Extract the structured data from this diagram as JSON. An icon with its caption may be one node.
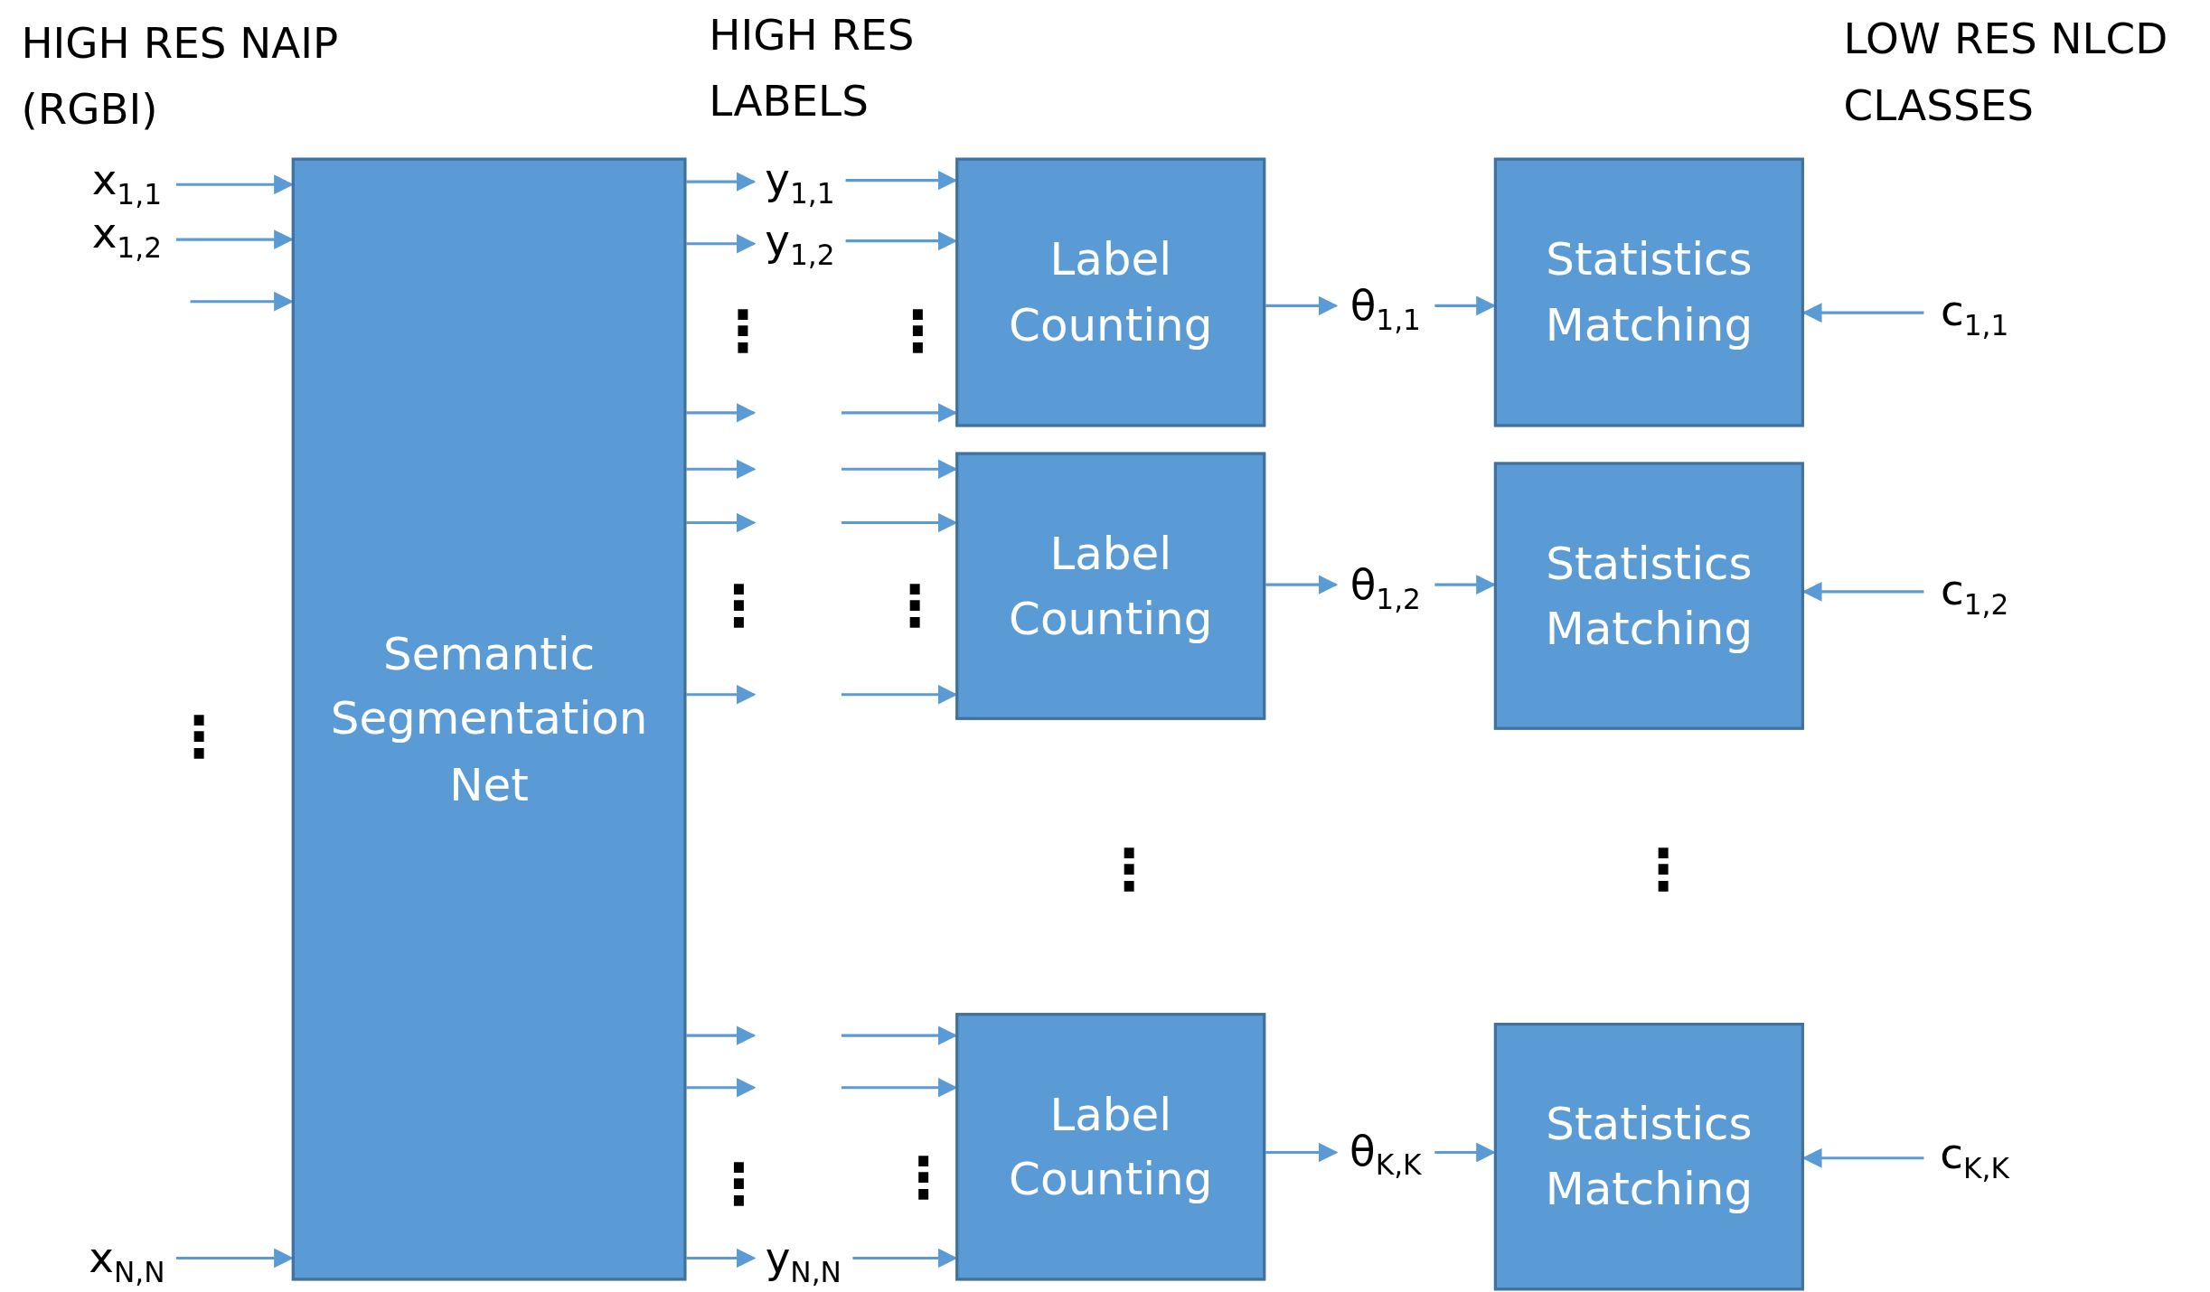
{
  "diagram": {
    "nodes": [
      {
        "text": [
          "x$_{1,1}$"
        ]
      },
      {
        "text": [
          "x$_{1,2}$"
        ]
      },
      {
        "text": [
          "x$_{N,N}$"
        ]
      },
      {
        "text": [
          "Semantic Segmentation Net"
        ]
      },
      {
        "text": [
          "y$_{1,1}$"
        ]
      },
      {
        "text": [
          "y$_{1,2}$"
        ]
      },
      {
        "text": [
          "y$_{N,N}$"
        ]
      },
      {
        "text": [
          "Label Counting"
        ]
      },
      {
        "text": [
          "Label Counting"
        ]
      },
      {
        "text": [
          "Label Counting"
        ]
      },
      {
        "text": [
          "θ$_{1,1}$"
        ]
      },
      {
        "text": [
          "θ$_{1,2}$"
        ]
      },
      {
        "text": [
          "θ$_{K,K}$"
        ]
      },
      {
        "text": [
          "Statistics Matching"
        ]
      },
      {
        "text": [
          "Statistics Matching"
        ]
      },
      {
        "text": [
          "Statistics Matching"
        ]
      },
      {
        "text": [
          "c$_{1,1}$"
        ]
      },
      {
        "text": [
          "c$_{1,2}$"
        ]
      },
      {
        "text": [
          "c$_{K,K}$"
        ]
      }
    ],
    "edges": [
      {
        "from": 0,
        "to": 3,
        "arrow": "to"
      },
      {
        "from": 1,
        "to": 3,
        "arrow": "to"
      },
      {
        "from": null,
        "to": 3,
        "arrow": "to"
      },
      {
        "from": 2,
        "to": 3,
        "arrow": "to"
      },
      {
        "from": 3,
        "to": 4,
        "arrow": "to"
      },
      {
        "from": 3,
        "to": 5,
        "arrow": "to"
      },
      {
        "from": 3,
        "to": null,
        "arrow": "to"
      },
      {
        "from": 3,
        "to": null,
        "arrow": "to"
      },
      {
        "from": 3,
        "to": null,
        "arrow": "to"
      },
      {
        "from": 3,
        "to": null,
        "arrow": "to"
      },
      {
        "from": 3,
        "to": null,
        "arrow": "to"
      },
      {
        "from": 3,
        "to": null,
        "arrow": "to"
      },
      {
        "from": 3,
        "to": 6,
        "arrow": "to"
      },
      {
        "from": 4,
        "to": 7,
        "arrow": "to"
      },
      {
        "from": 5,
        "to": 7,
        "arrow": "to"
      },
      {
        "from": null,
        "to": 7,
        "arrow": "to"
      },
      {
        "from": null,
        "to": 8,
        "arrow": "to"
      },
      {
        "from": null,
        "to": 8,
        "arrow": "to"
      },
      {
        "from": null,
        "to": 8,
        "arrow": "to"
      },
      {
        "from": null,
        "to": 9,
        "arrow": "to"
      },
      {
        "from": null,
        "to": 9,
        "arrow": "to"
      },
      {
        "from": 6,
        "to": 9,
        "arrow": "to"
      },
      {
        "from": 7,
        "to": 10,
        "arrow": "to"
      },
      {
        "from": 8,
        "to": 11,
        "arrow": "to"
      },
      {
        "from": 9,
        "to": 12,
        "arrow": "to"
      },
      {
        "from": 10,
        "to": 13,
        "arrow": "to"
      },
      {
        "from": 11,
        "to": 14,
        "arrow": "to"
      },
      {
        "from": 12,
        "to": 15,
        "arrow": "to"
      },
      {
        "from": 16,
        "to": 13,
        "arrow": "to"
      },
      {
        "from": 17,
        "to": 14,
        "arrow": "to"
      },
      {
        "from": 18,
        "to": 15,
        "arrow": "to"
      }
    ],
    "labels": [
      "HIGH RES NAIP (RGBI)",
      "HIGH RES LABELS",
      "LOW RES NLCD CLASSES",
      "⋮",
      "⋮",
      "⋮",
      "⋮",
      "⋮",
      "⋮",
      "⋮",
      "⋮",
      "⋮"
    ]
  }
}
